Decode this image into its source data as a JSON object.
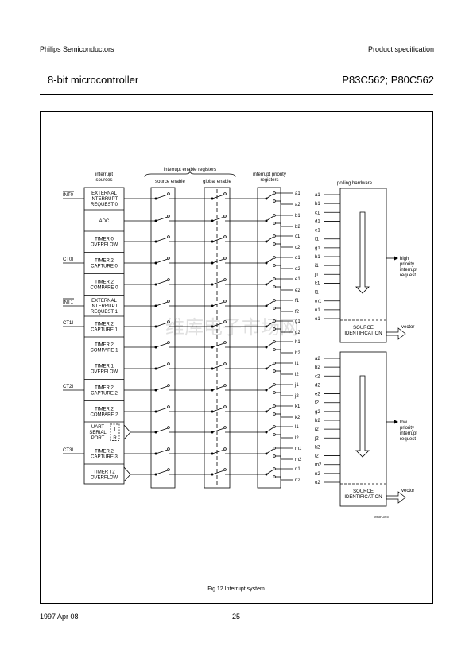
{
  "header": {
    "company": "Philips Semiconductors",
    "doc_type": "Product specification"
  },
  "title": {
    "left": "8-bit microcontroller",
    "right": "P83C562; P80C562"
  },
  "figure": {
    "caption": "Fig.12  Interrupt system.",
    "code": "MBH345",
    "watermark": "维库电子市场网",
    "labels": {
      "interrupt_sources": [
        "interrupt",
        "sources"
      ],
      "enable_registers": "interrupt enable registers",
      "source_enable": "source enable",
      "global_enable": "global enable",
      "priority_registers": [
        "interrupt priority",
        "registers"
      ],
      "polling_hardware": "polling hardware",
      "source_identification": [
        "SOURCE",
        "IDENTIFICATION"
      ],
      "vector": "vector",
      "high_priority": [
        "high",
        "priority",
        "interrupt",
        "request"
      ],
      "low_priority": [
        "low",
        "priority",
        "interrupt",
        "request"
      ]
    },
    "sources": [
      {
        "lines": [
          "EXTERNAL",
          "INTERRUPT",
          "REQUEST 0"
        ],
        "input": "INT0",
        "overline": true
      },
      {
        "lines": [
          "ADC"
        ],
        "input": "",
        "overline": false
      },
      {
        "lines": [
          "TIMER 0",
          "OVERFLOW"
        ],
        "input": "",
        "overline": false
      },
      {
        "lines": [
          "TIMER 2",
          "CAPTURE 0"
        ],
        "input": "CT0I",
        "overline": false
      },
      {
        "lines": [
          "TIMER 2",
          "COMPARE 0"
        ],
        "input": "",
        "overline": false
      },
      {
        "lines": [
          "EXTERNAL",
          "INTERRUPT",
          "REQUEST 1"
        ],
        "input": "INT1",
        "overline": true
      },
      {
        "lines": [
          "TIMER 2",
          "CAPTURE 1"
        ],
        "input": "CT1I",
        "overline": false
      },
      {
        "lines": [
          "TIMER 2",
          "COMPARE 1"
        ],
        "input": "",
        "overline": false
      },
      {
        "lines": [
          "TIMER 1",
          "OVERFLOW"
        ],
        "input": "",
        "overline": false
      },
      {
        "lines": [
          "TIMER 2",
          "CAPTURE 2"
        ],
        "input": "CT2I",
        "overline": false
      },
      {
        "lines": [
          "TIMER 2",
          "COMPARE 2"
        ],
        "input": "",
        "overline": false
      },
      {
        "lines": [
          "UART",
          "SERIAL",
          "PORT"
        ],
        "input": "",
        "overline": false,
        "uart": true,
        "uart_t": "T",
        "uart_r": "R"
      },
      {
        "lines": [
          "TIMER 2",
          "CAPTURE 3"
        ],
        "input": "CT3I",
        "overline": false
      },
      {
        "lines": [
          "TIMER T2",
          "OVERFLOW"
        ],
        "input": "",
        "overline": false,
        "or": true
      }
    ],
    "priority_outputs": [
      [
        "a1",
        "a2"
      ],
      [
        "b1",
        "b2"
      ],
      [
        "c1",
        "c2"
      ],
      [
        "d1",
        "d2"
      ],
      [
        "e1",
        "e2"
      ],
      [
        "f1",
        "f2"
      ],
      [
        "g1",
        "g2"
      ],
      [
        "h1",
        "h2"
      ],
      [
        "i1",
        "i2"
      ],
      [
        "j1",
        "j2"
      ],
      [
        "k1",
        "k2"
      ],
      [
        "l1",
        "l2"
      ],
      [
        "m1",
        "m2"
      ],
      [
        "n1",
        "n2"
      ]
    ],
    "high_inputs": [
      "a1",
      "b1",
      "c1",
      "d1",
      "e1",
      "f1",
      "g1",
      "h1",
      "i1",
      "j1",
      "k1",
      "l1",
      "m1",
      "n1",
      "o1"
    ],
    "low_inputs": [
      "a2",
      "b2",
      "c2",
      "d2",
      "e2",
      "f2",
      "g2",
      "h2",
      "i2",
      "j2",
      "k2",
      "l2",
      "m2",
      "n2",
      "o2"
    ]
  },
  "footer": {
    "date": "1997 Apr 08",
    "page": "25"
  }
}
